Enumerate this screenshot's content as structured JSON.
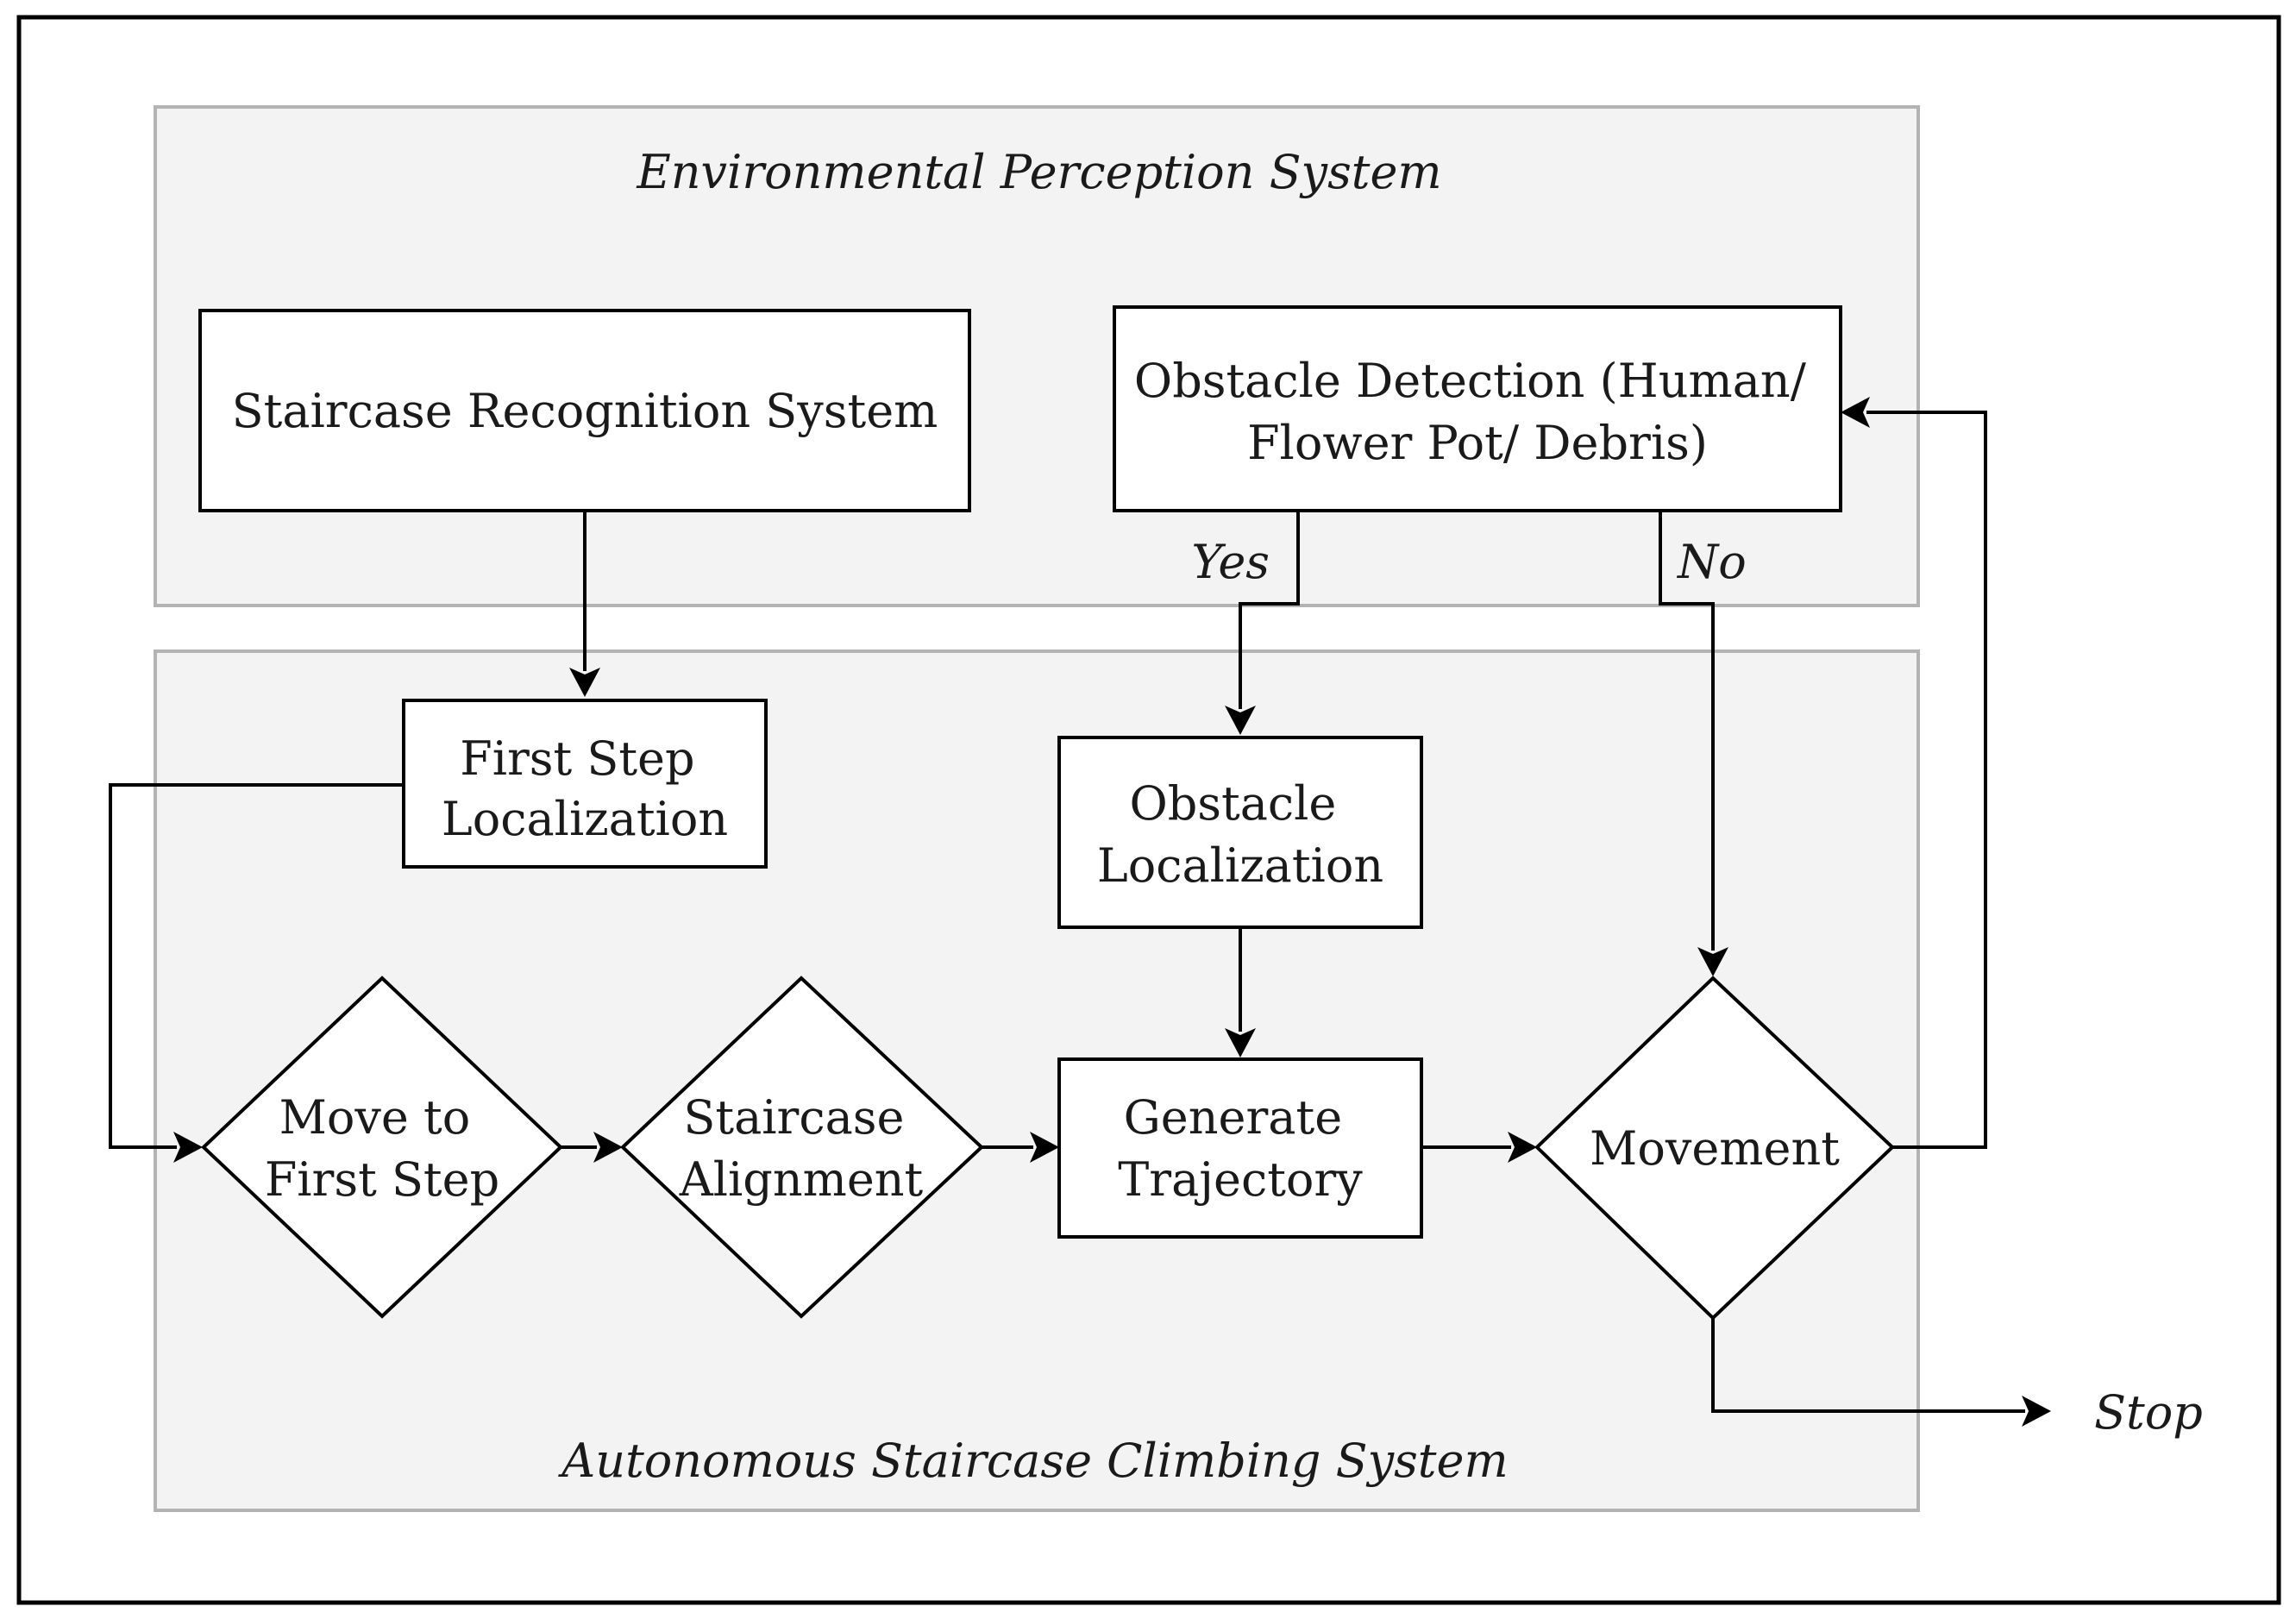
{
  "groups": {
    "perception": {
      "title": "Environmental Perception System"
    },
    "climbing": {
      "title": "Autonomous Staircase Climbing System"
    }
  },
  "nodes": {
    "staircase_recognition": [
      "Staircase Recognition System"
    ],
    "obstacle_detection": [
      "Obstacle Detection (Human/",
      "Flower Pot/ Debris)"
    ],
    "first_step_localization": [
      "First Step",
      "Localization"
    ],
    "obstacle_localization": [
      "Obstacle",
      "Localization"
    ],
    "move_to_first_step": [
      "Move to",
      "First Step"
    ],
    "staircase_alignment": [
      "Staircase",
      "Alignment"
    ],
    "generate_trajectory": [
      "Generate",
      "Trajectory"
    ],
    "movement": [
      "Movement"
    ]
  },
  "edges": {
    "yes": "Yes",
    "no": "No",
    "stop": "Stop"
  }
}
